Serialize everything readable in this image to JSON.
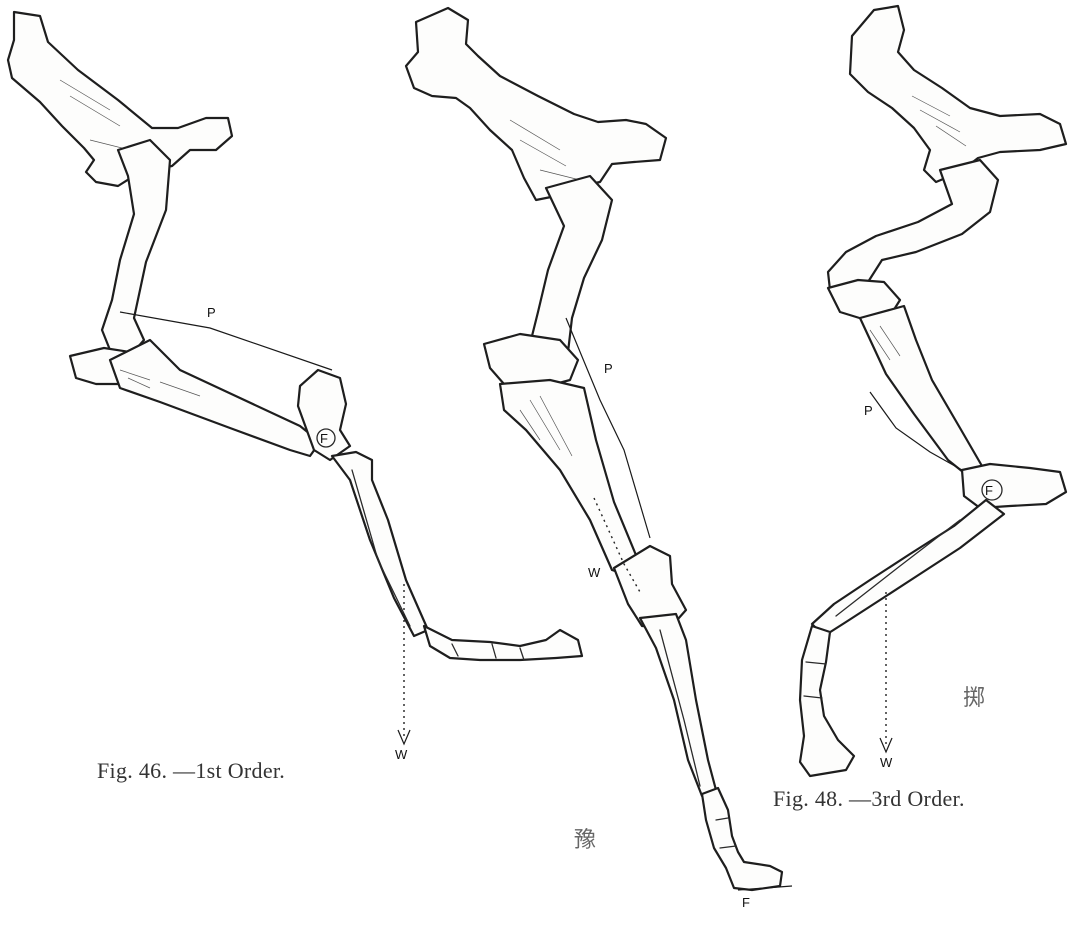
{
  "figures": [
    {
      "caption": "Fig. 46. —1st Order.",
      "labels": {
        "power": "P",
        "fulcrum": "F",
        "weight": "W"
      }
    },
    {
      "caption": "",
      "labels": {
        "power": "P",
        "fulcrum": "F",
        "weight": "W"
      }
    },
    {
      "caption": "Fig. 48. —3rd Order.",
      "labels": {
        "power": "P",
        "fulcrum": "F",
        "weight": "W"
      }
    }
  ],
  "marks": [
    "豫",
    "掷"
  ]
}
